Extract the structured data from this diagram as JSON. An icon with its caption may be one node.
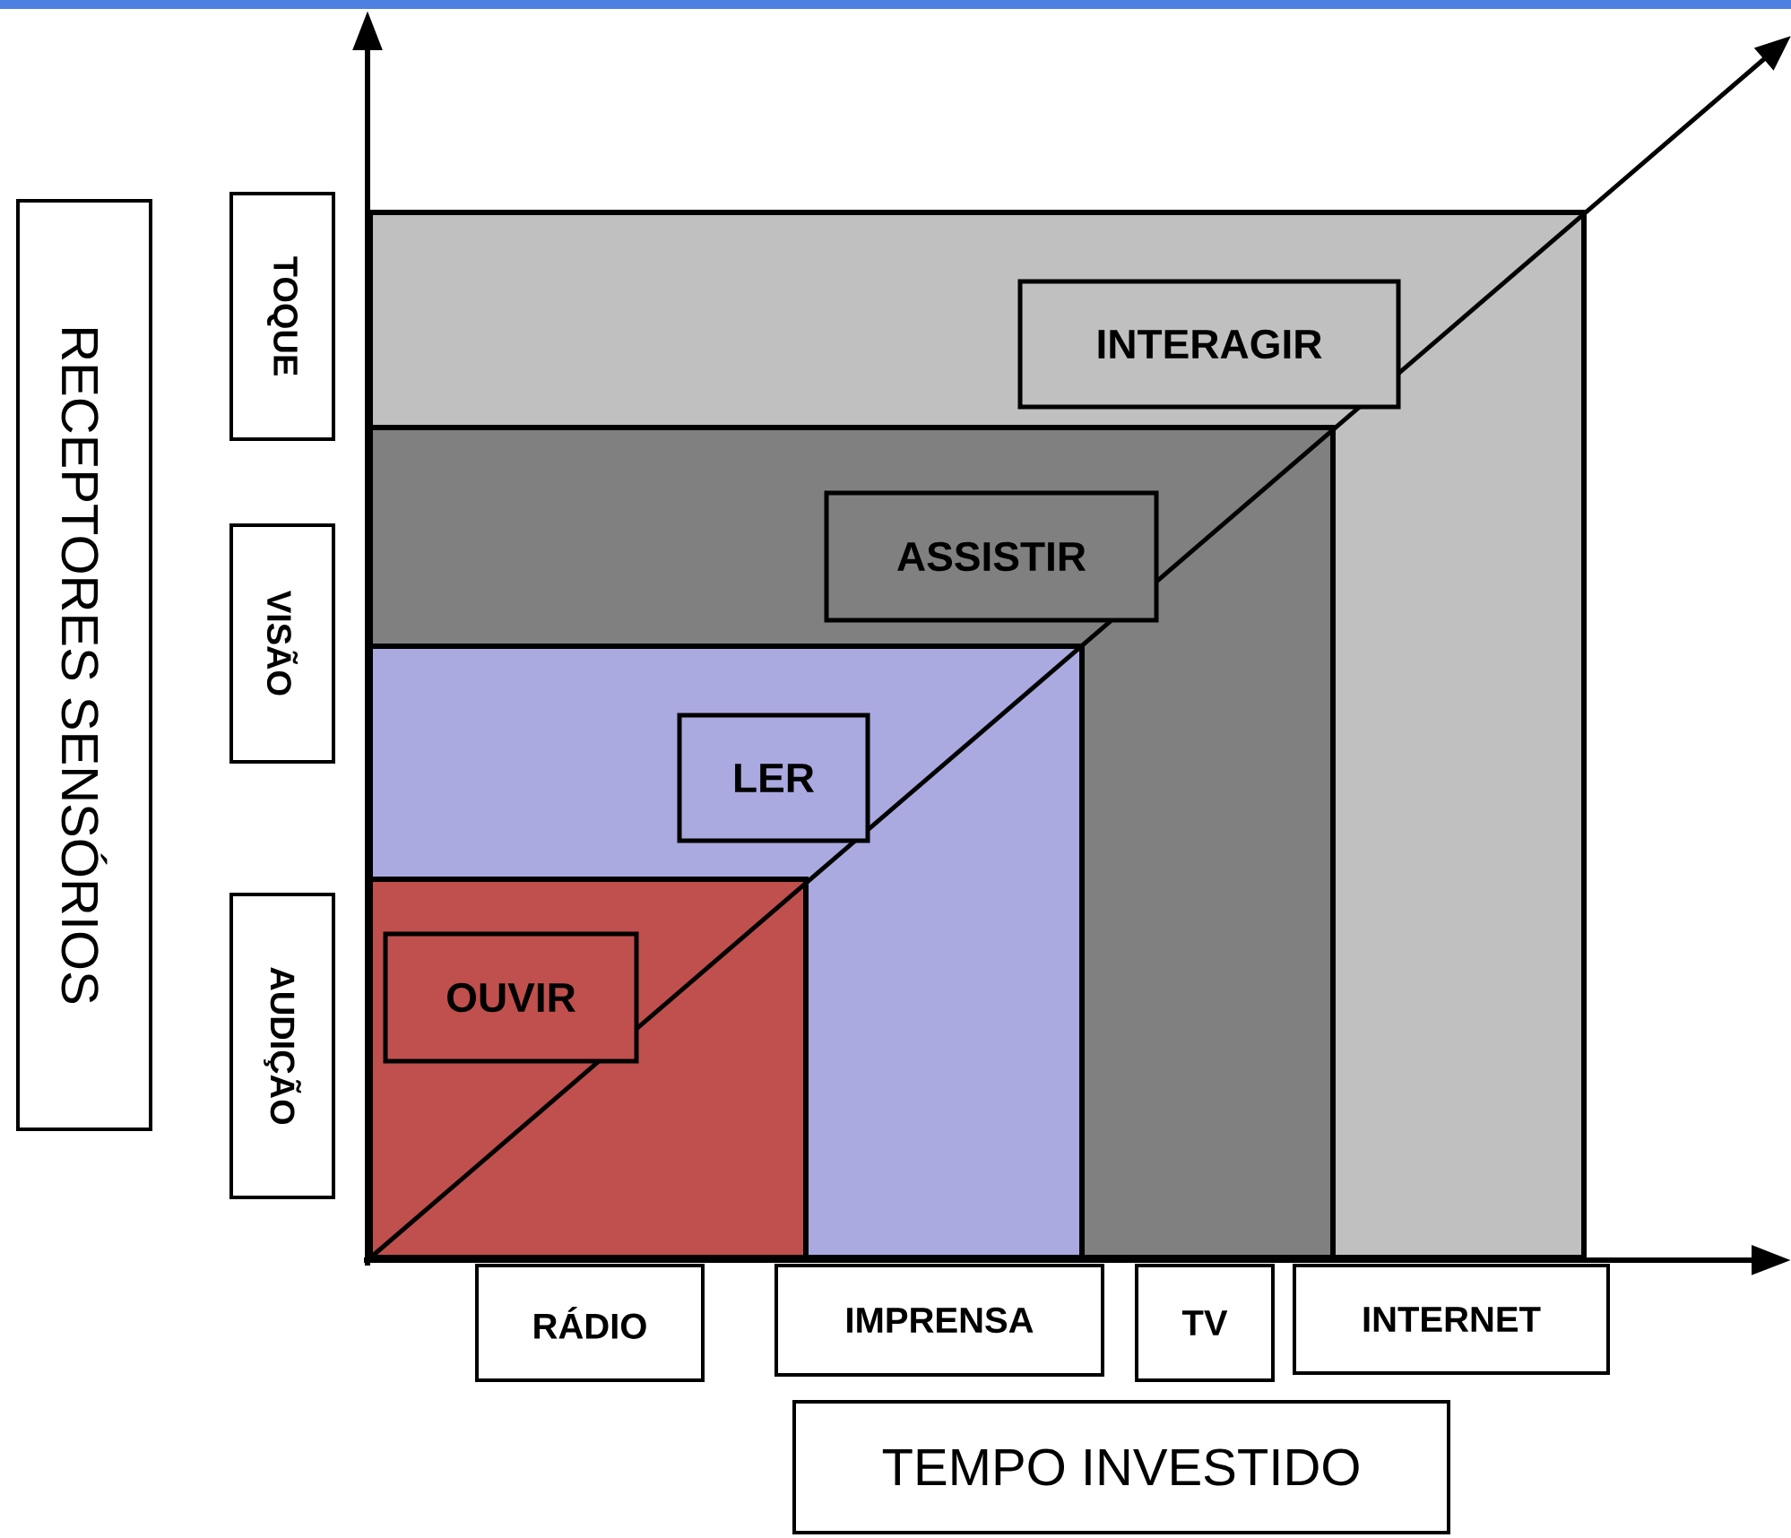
{
  "diagram": {
    "nodes": [
      {
        "text": [],
        "shape": "box"
      },
      {
        "text": [
          "INTERAGIR"
        ],
        "in": 0
      },
      {
        "text": [],
        "shape": "box",
        "in": 0
      },
      {
        "text": [
          "ASSISTIR"
        ],
        "in": 2
      },
      {
        "text": [],
        "shape": "box",
        "in": 2
      },
      {
        "text": [
          "LER"
        ],
        "in": 4
      },
      {
        "text": [],
        "shape": "box",
        "in": 4
      },
      {
        "text": [
          "OUVIR"
        ],
        "in": 6
      },
      {
        "text": [
          "RECEPTORES SENSÓRIOS"
        ]
      },
      {
        "text": [
          "TOQUE"
        ]
      },
      {
        "text": [
          "VISÃO"
        ]
      },
      {
        "text": [
          "AUDIÇÃO"
        ]
      },
      {
        "text": [
          "RÁDIO"
        ]
      },
      {
        "text": [
          "IMPRENSA"
        ]
      },
      {
        "text": [
          "TV"
        ]
      },
      {
        "text": [
          "INTERNET"
        ]
      },
      {
        "text": [
          "TEMPO INVESTIDO"
        ]
      }
    ]
  }
}
